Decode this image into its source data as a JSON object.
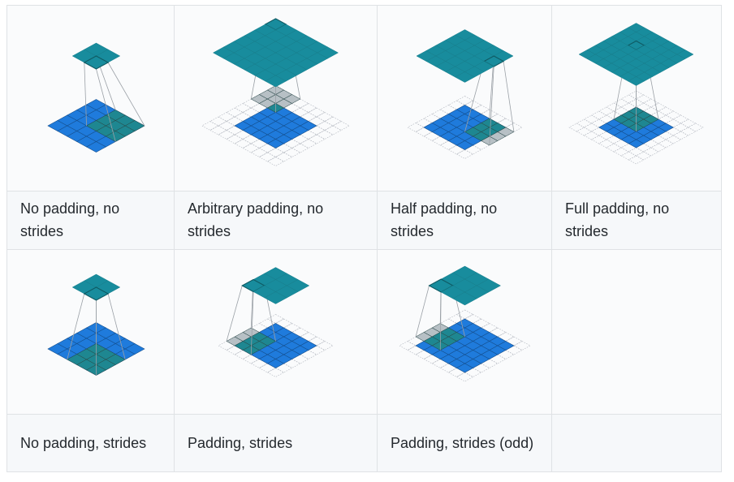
{
  "captions": [
    "No padding, no strides",
    "Arbitrary padding, no strides",
    "Half padding, no strides",
    "Full padding, no strides",
    "No padding, strides",
    "Padding, strides",
    "Padding, strides (odd)",
    ""
  ],
  "colors": {
    "input": "#1f7bdc",
    "output": "#188c9d",
    "highlight": "#1e8a84",
    "padding_grid": "#b8bcc4",
    "padding_highlight": "#8a9aa0",
    "projection_lines": "#9aa0a6",
    "border": "#dfe2e5",
    "caption_bg": "#f6f8fa",
    "image_bg": "#fafbfc"
  }
}
